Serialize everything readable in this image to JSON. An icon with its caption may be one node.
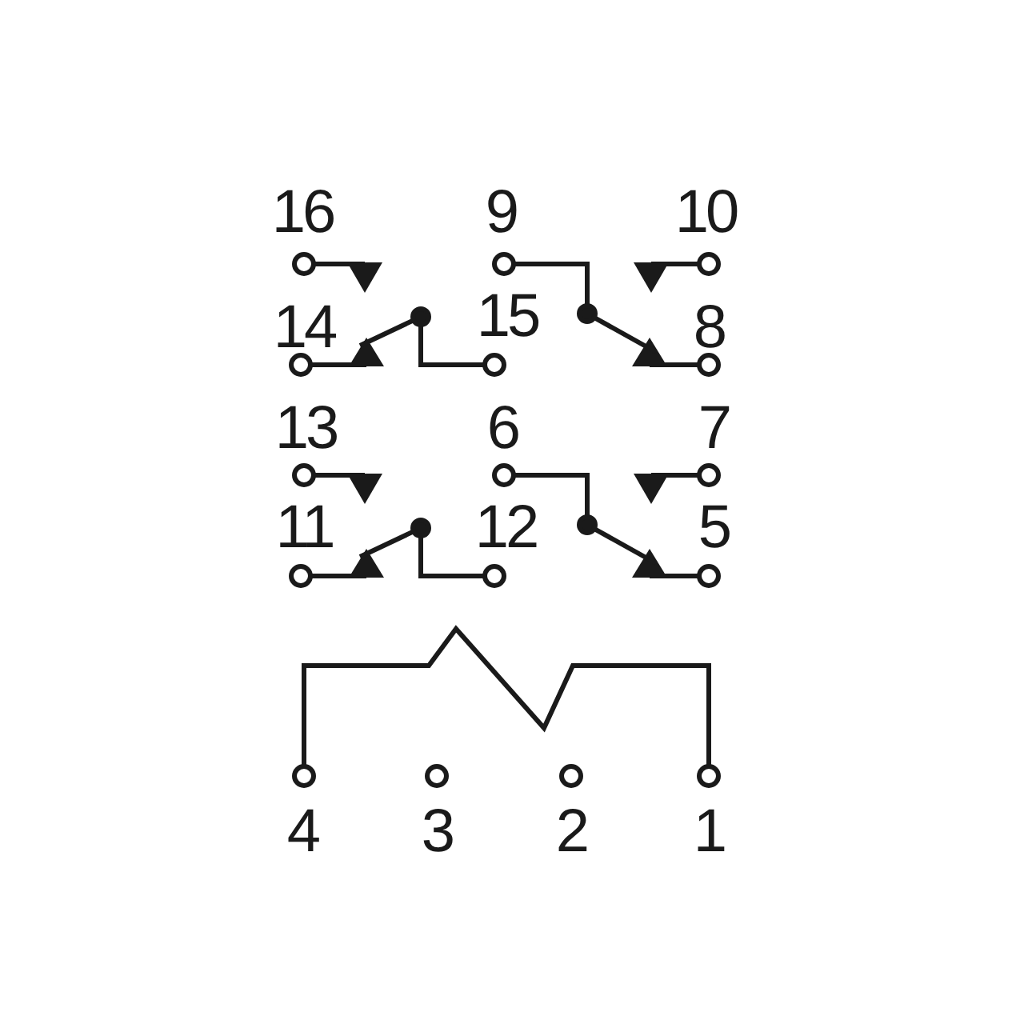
{
  "diagram": {
    "labels": [
      "16",
      "9",
      "10",
      "14",
      "15",
      "8",
      "13",
      "6",
      "7",
      "11",
      "12",
      "5",
      "4",
      "3",
      "2",
      "1"
    ]
  }
}
